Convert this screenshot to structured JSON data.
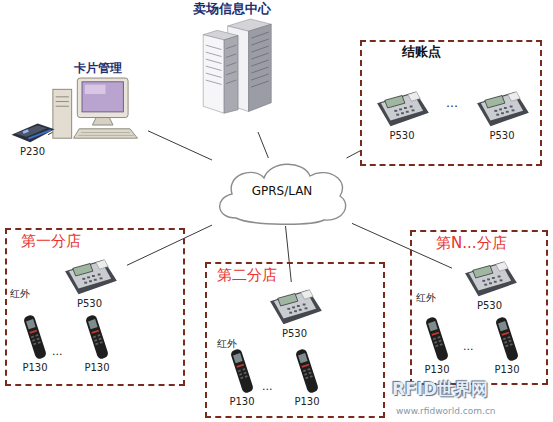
{
  "diagram": {
    "nodes": [
      {
        "text": [
          "卖场信息中心"
        ]
      },
      {
        "text": [
          "卡片管理"
        ]
      },
      {
        "text": [
          "P230"
        ]
      },
      {
        "text": [
          "GPRS/LAN"
        ]
      },
      {
        "text": [
          "结账点"
        ]
      },
      {
        "text": [
          "P530"
        ],
        "in": 4
      },
      {
        "text": [
          "P530"
        ],
        "in": 4
      },
      {
        "text": [
          "第一分店"
        ]
      },
      {
        "text": [
          "P530"
        ],
        "in": 7
      },
      {
        "text": [
          "P130"
        ],
        "in": 7
      },
      {
        "text": [
          "P130"
        ],
        "in": 7
      },
      {
        "text": [
          "第二分店"
        ]
      },
      {
        "text": [
          "P530"
        ],
        "in": 11
      },
      {
        "text": [
          "P130"
        ],
        "in": 11
      },
      {
        "text": [
          "P130"
        ],
        "in": 11
      },
      {
        "text": [
          "第N...分店"
        ]
      },
      {
        "text": [
          "P530"
        ],
        "in": 15
      },
      {
        "text": [
          "P130"
        ],
        "in": 15
      },
      {
        "text": [
          "P130"
        ],
        "in": 15
      }
    ],
    "edges": [
      {
        "from": 3,
        "to": 0,
        "arrow": "none"
      },
      {
        "from": 3,
        "to": 1,
        "arrow": "none"
      },
      {
        "from": 2,
        "to": 1,
        "arrow": "none"
      },
      {
        "from": 3,
        "to": 4,
        "arrow": "none"
      },
      {
        "from": 3,
        "to": 8,
        "arrow": "none"
      },
      {
        "from": 3,
        "to": 12,
        "arrow": "none"
      },
      {
        "from": 3,
        "to": 16,
        "arrow": "none"
      }
    ],
    "labels": [
      "…",
      "红外",
      "...",
      "红外",
      "...",
      "红外",
      "...",
      "RFID世界网",
      "www.rfidworld.com.cn"
    ]
  }
}
